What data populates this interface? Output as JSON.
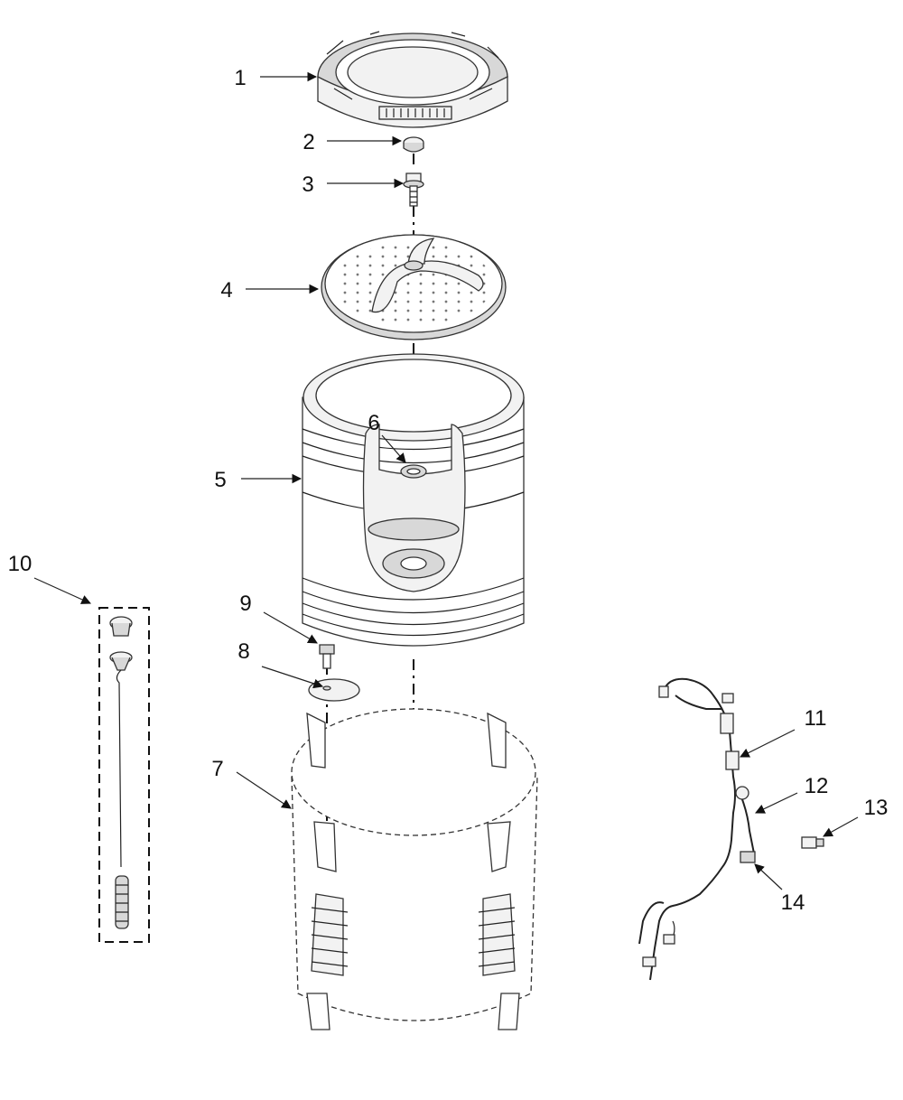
{
  "callouts": [
    {
      "id": "1",
      "label": "1"
    },
    {
      "id": "2",
      "label": "2"
    },
    {
      "id": "3",
      "label": "3"
    },
    {
      "id": "4",
      "label": "4"
    },
    {
      "id": "5",
      "label": "5"
    },
    {
      "id": "6",
      "label": "6"
    },
    {
      "id": "7",
      "label": "7"
    },
    {
      "id": "8",
      "label": "8"
    },
    {
      "id": "9",
      "label": "9"
    },
    {
      "id": "10",
      "label": "10"
    },
    {
      "id": "11",
      "label": "11"
    },
    {
      "id": "12",
      "label": "12"
    },
    {
      "id": "13",
      "label": "13"
    },
    {
      "id": "14",
      "label": "14"
    }
  ]
}
